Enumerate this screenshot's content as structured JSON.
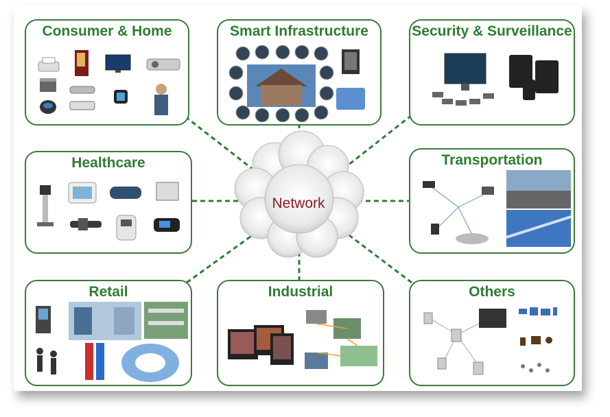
{
  "center": {
    "label": "Network"
  },
  "categories": [
    {
      "id": "consumer",
      "title": "Consumer & Home"
    },
    {
      "id": "infrastructure",
      "title": "Smart Infrastructure"
    },
    {
      "id": "security",
      "title": "Security & Surveillance"
    },
    {
      "id": "healthcare",
      "title": "Healthcare"
    },
    {
      "id": "transportation",
      "title": "Transportation"
    },
    {
      "id": "retail",
      "title": "Retail"
    },
    {
      "id": "industrial",
      "title": "Industrial"
    },
    {
      "id": "others",
      "title": "Others"
    }
  ],
  "colors": {
    "border": "#3a7a3a",
    "title": "#2e7d32",
    "line": "#2e7d32",
    "network": "#8b1a1a"
  }
}
